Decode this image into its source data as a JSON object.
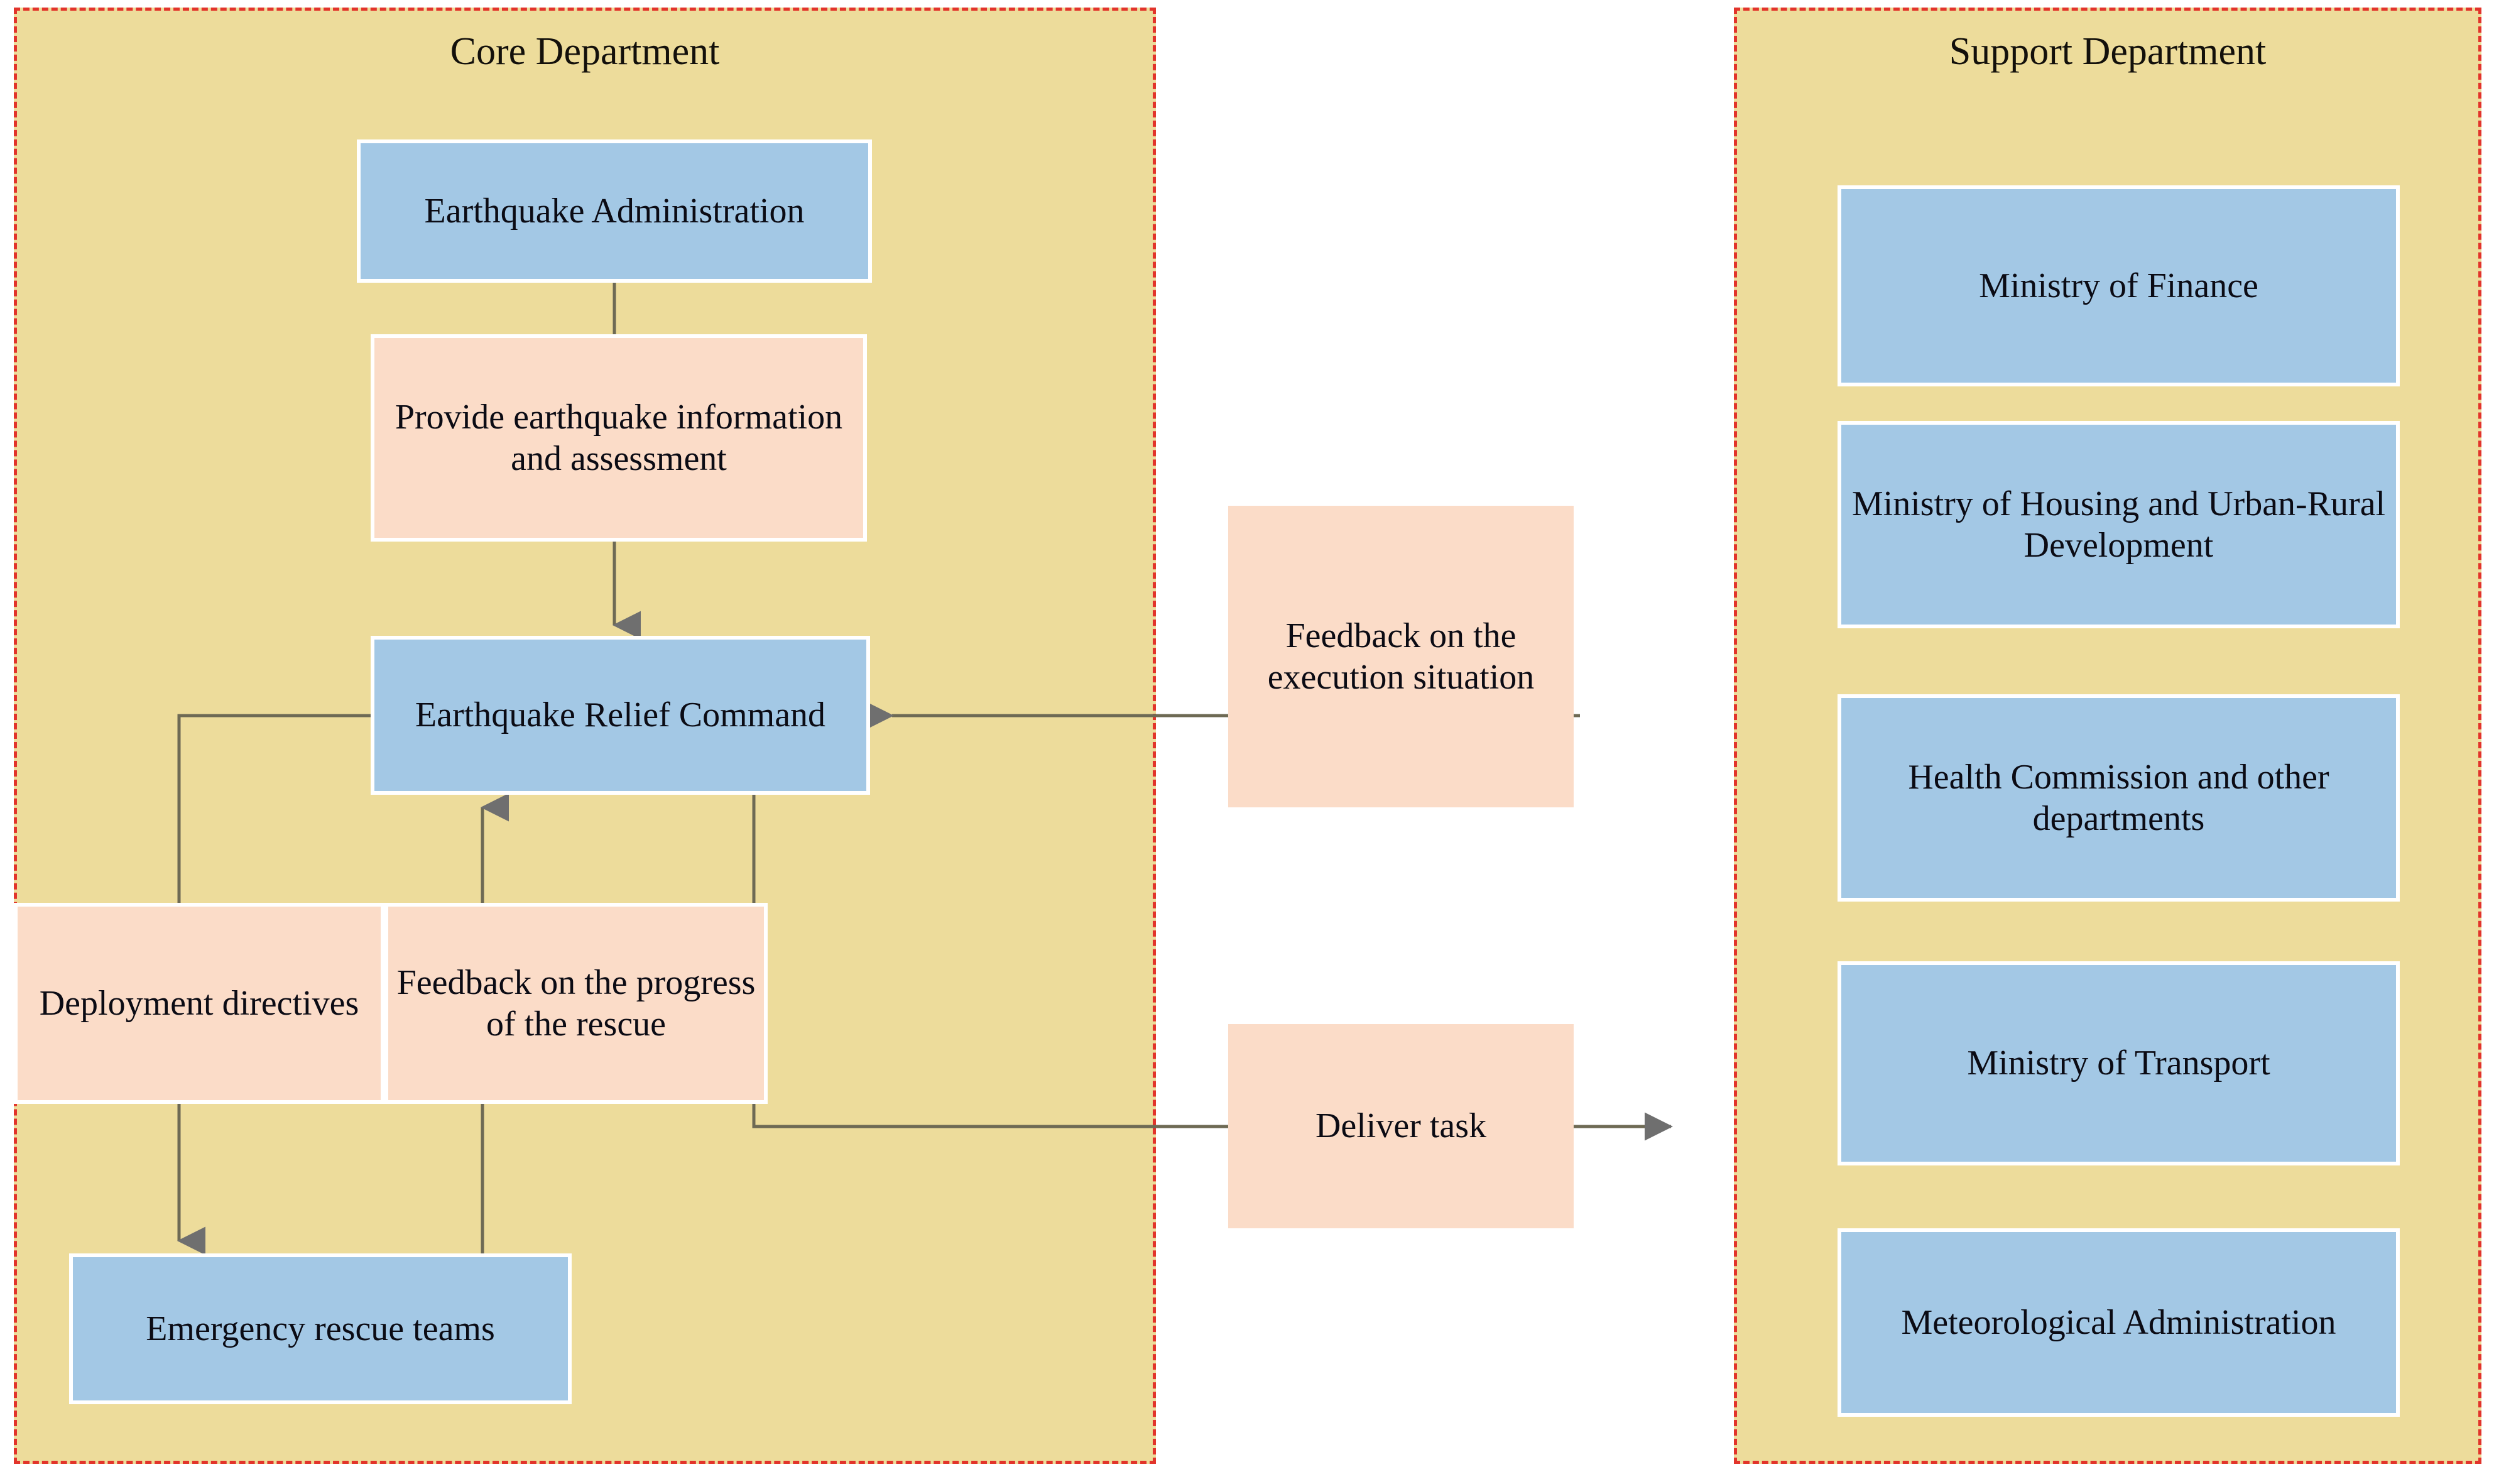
{
  "diagram": {
    "title_core": "Core Department",
    "title_support": "Support Department",
    "colors": {
      "panel_bg": "#EDDC9B",
      "panel_border": "#E2342B",
      "node_blue": "#A3C8E5",
      "node_peach": "#FBDCC8",
      "connector": "#6E6A54",
      "arrowhead": "#6F6F6F",
      "node_border": "#FFFFFF",
      "text": "#0B0B14"
    }
  },
  "core_department": {
    "label": "Core Department",
    "nodes": [
      {
        "id": "earthquake-administration",
        "kind": "blue",
        "label": "Earthquake Administration"
      },
      {
        "id": "provide-earthquake-information",
        "kind": "peach",
        "label": "Provide earthquake information and assessment"
      },
      {
        "id": "earthquake-relief-command",
        "kind": "blue",
        "label": "Earthquake Relief Command"
      },
      {
        "id": "deployment-directives",
        "kind": "peach",
        "label": "Deployment directives"
      },
      {
        "id": "feedback-progress-rescue",
        "kind": "peach",
        "label": "Feedback on the progress of the rescue"
      },
      {
        "id": "emergency-rescue-teams",
        "kind": "blue",
        "label": "Emergency rescue teams"
      }
    ]
  },
  "middle": {
    "nodes": [
      {
        "id": "feedback-execution-situation",
        "kind": "peach",
        "label": "Feedback on the execution situation"
      },
      {
        "id": "deliver-task",
        "kind": "peach",
        "label": "Deliver  task"
      }
    ]
  },
  "support_department": {
    "label": "Support Department",
    "nodes": [
      {
        "id": "ministry-of-finance",
        "kind": "blue",
        "label": "Ministry of Finance"
      },
      {
        "id": "ministry-of-housing",
        "kind": "blue",
        "label": "Ministry of Housing and Urban-Rural Development"
      },
      {
        "id": "health-commission",
        "kind": "blue",
        "label": "Health Commission and other departments"
      },
      {
        "id": "ministry-of-transport",
        "kind": "blue",
        "label": "Ministry of Transport"
      },
      {
        "id": "meteorological-administration",
        "kind": "blue",
        "label": "Meteorological Administration"
      }
    ]
  },
  "connections": [
    {
      "id": "admin-to-provide",
      "from": "earthquake-administration",
      "to": "provide-earthquake-information",
      "arrow": false
    },
    {
      "id": "provide-to-command",
      "from": "provide-earthquake-information",
      "to": "earthquake-relief-command",
      "arrow": true
    },
    {
      "id": "command-to-deployment",
      "from": "earthquake-relief-command",
      "to": "deployment-directives",
      "arrow": false
    },
    {
      "id": "deployment-to-rescue-teams",
      "from": "deployment-directives",
      "to": "emergency-rescue-teams",
      "arrow": true
    },
    {
      "id": "rescue-teams-to-feedback",
      "from": "emergency-rescue-teams",
      "to": "feedback-progress-rescue",
      "arrow": false
    },
    {
      "id": "feedback-to-command",
      "from": "feedback-progress-rescue",
      "to": "earthquake-relief-command",
      "arrow": true
    },
    {
      "id": "command-to-deliver-task",
      "from": "earthquake-relief-command",
      "to": "deliver-task",
      "arrow": false
    },
    {
      "id": "deliver-task-to-support",
      "from": "deliver-task",
      "to": "support_department",
      "arrow": true
    },
    {
      "id": "support-to-feedback-execution",
      "from": "support_department",
      "to": "feedback-execution-situation",
      "arrow": false
    },
    {
      "id": "feedback-execution-to-command",
      "from": "feedback-execution-situation",
      "to": "earthquake-relief-command",
      "arrow": true
    }
  ]
}
